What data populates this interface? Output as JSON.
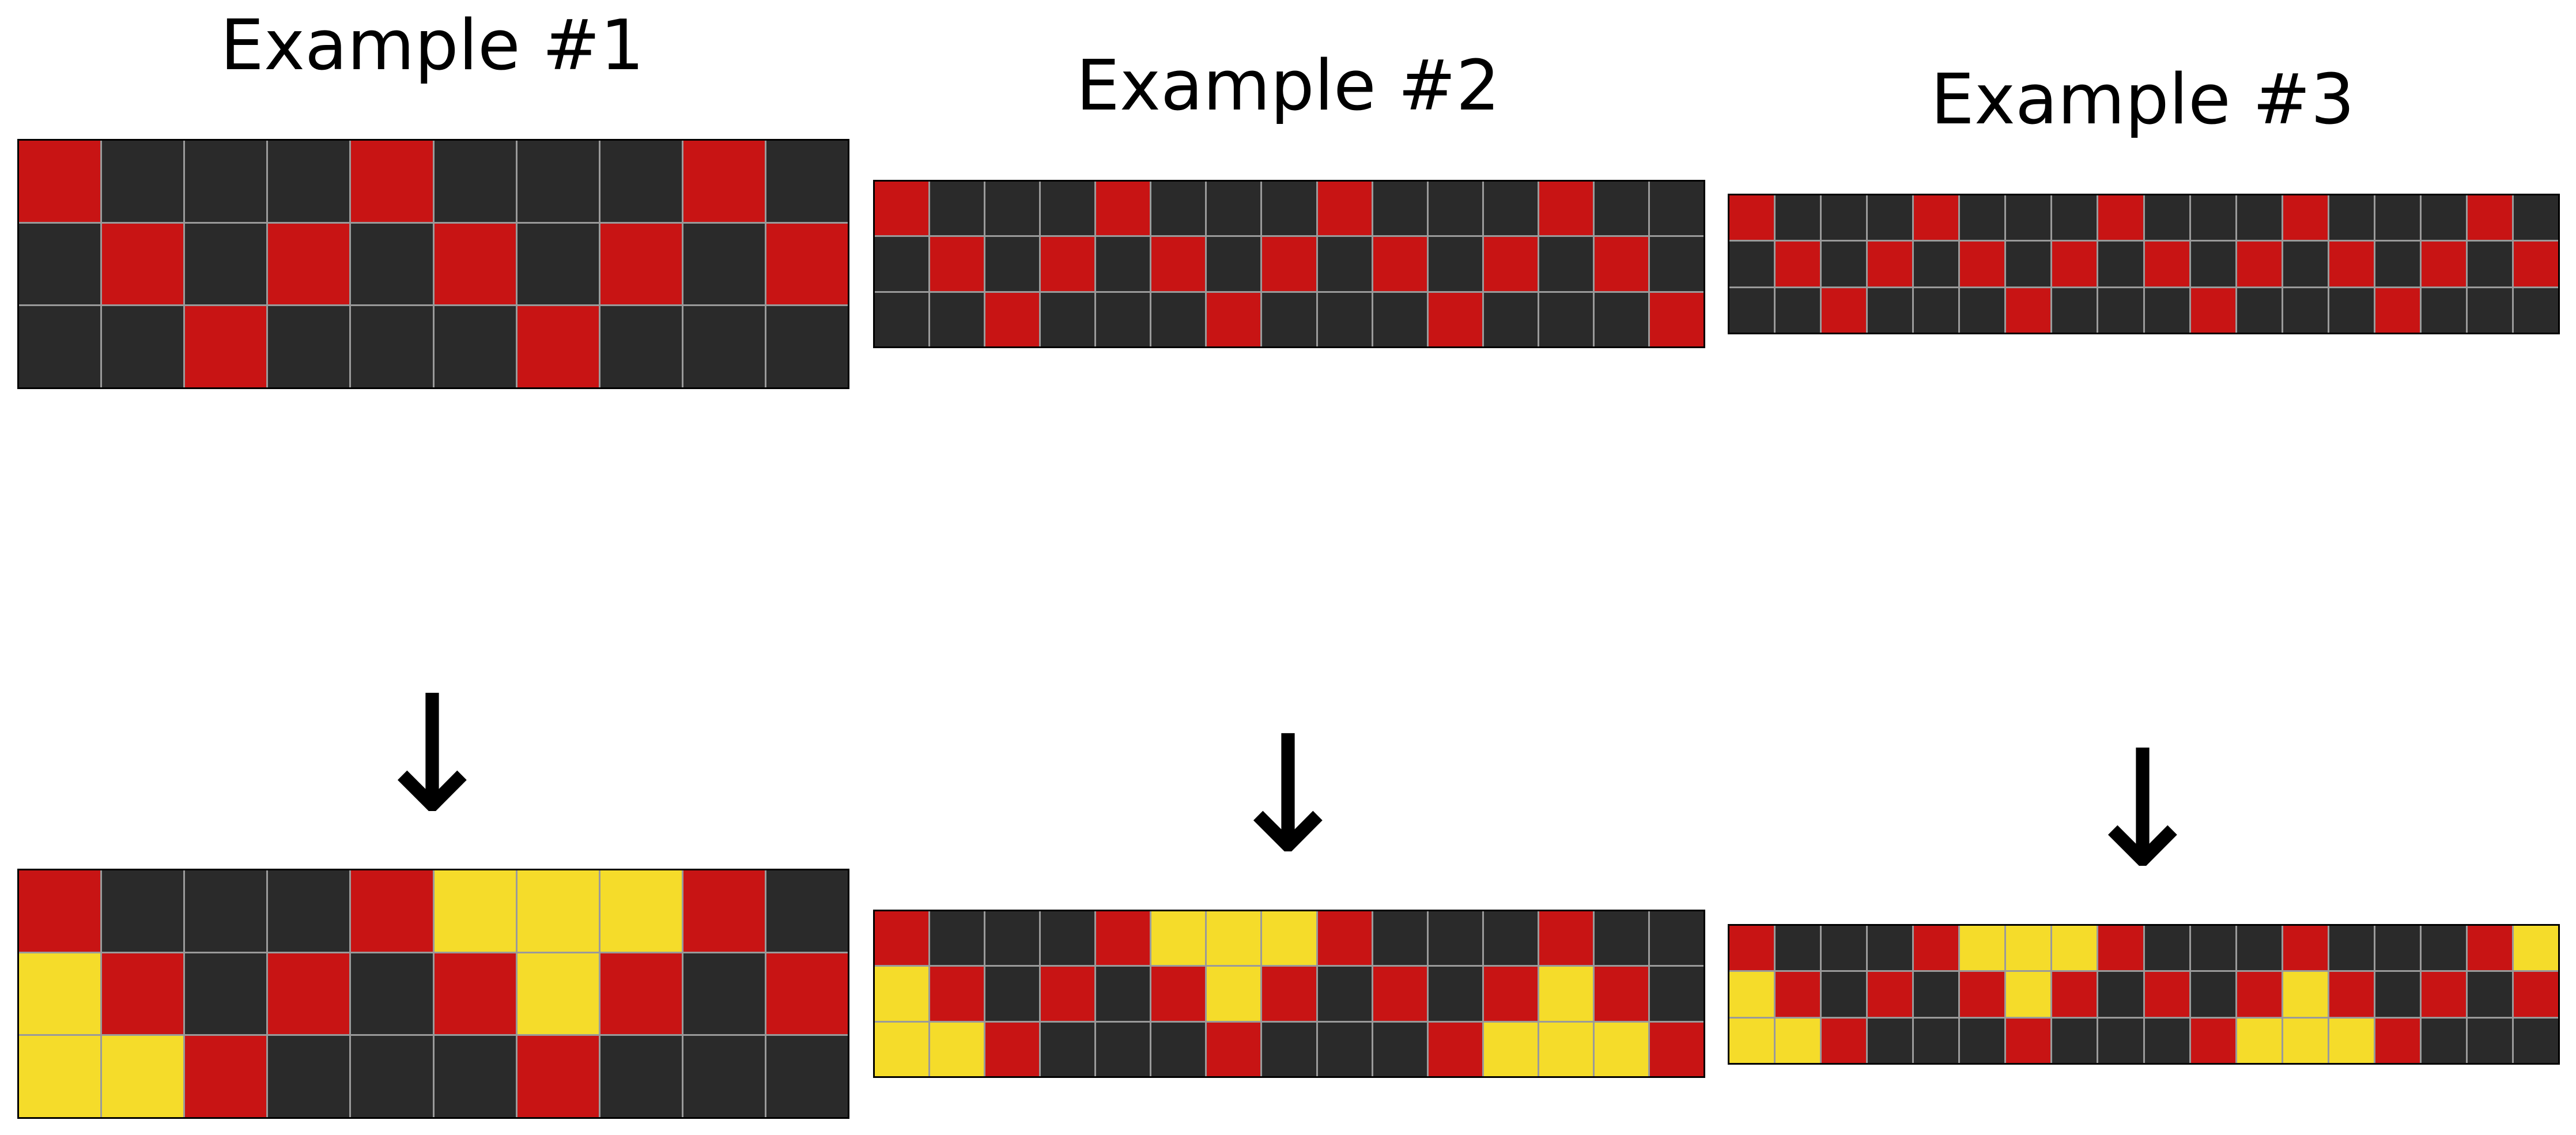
{
  "colors": {
    "0": "#2a2a2a",
    "1": "#c81414",
    "2": "#f5dc2a"
  },
  "examples": [
    {
      "title": "Example #1",
      "arrow": "↓",
      "input": [
        [
          1,
          0,
          0,
          0,
          1,
          0,
          0,
          0,
          1,
          0
        ],
        [
          0,
          1,
          0,
          1,
          0,
          1,
          0,
          1,
          0,
          1
        ],
        [
          0,
          0,
          1,
          0,
          0,
          0,
          1,
          0,
          0,
          0
        ]
      ],
      "output": [
        [
          1,
          0,
          0,
          0,
          1,
          2,
          2,
          2,
          1,
          0
        ],
        [
          2,
          1,
          0,
          1,
          0,
          1,
          2,
          1,
          0,
          1
        ],
        [
          2,
          2,
          1,
          0,
          0,
          0,
          1,
          0,
          0,
          0
        ]
      ]
    },
    {
      "title": "Example #2",
      "arrow": "↓",
      "input": [
        [
          1,
          0,
          0,
          0,
          1,
          0,
          0,
          0,
          1,
          0,
          0,
          0,
          1,
          0,
          0
        ],
        [
          0,
          1,
          0,
          1,
          0,
          1,
          0,
          1,
          0,
          1,
          0,
          1,
          0,
          1,
          0
        ],
        [
          0,
          0,
          1,
          0,
          0,
          0,
          1,
          0,
          0,
          0,
          1,
          0,
          0,
          0,
          1
        ]
      ],
      "output": [
        [
          1,
          0,
          0,
          0,
          1,
          2,
          2,
          2,
          1,
          0,
          0,
          0,
          1,
          0,
          0
        ],
        [
          2,
          1,
          0,
          1,
          0,
          1,
          2,
          1,
          0,
          1,
          0,
          1,
          2,
          1,
          0
        ],
        [
          2,
          2,
          1,
          0,
          0,
          0,
          1,
          0,
          0,
          0,
          1,
          2,
          2,
          2,
          1
        ]
      ]
    },
    {
      "title": "Example #3",
      "arrow": "↓",
      "input": [
        [
          1,
          0,
          0,
          0,
          1,
          0,
          0,
          0,
          1,
          0,
          0,
          0,
          1,
          0,
          0,
          0,
          1,
          0
        ],
        [
          0,
          1,
          0,
          1,
          0,
          1,
          0,
          1,
          0,
          1,
          0,
          1,
          0,
          1,
          0,
          1,
          0,
          1
        ],
        [
          0,
          0,
          1,
          0,
          0,
          0,
          1,
          0,
          0,
          0,
          1,
          0,
          0,
          0,
          1,
          0,
          0,
          0
        ]
      ],
      "output": [
        [
          1,
          0,
          0,
          0,
          1,
          2,
          2,
          2,
          1,
          0,
          0,
          0,
          1,
          0,
          0,
          0,
          1,
          2
        ],
        [
          2,
          1,
          0,
          1,
          0,
          1,
          2,
          1,
          0,
          1,
          0,
          1,
          2,
          1,
          0,
          1,
          0,
          1
        ],
        [
          2,
          2,
          1,
          0,
          0,
          0,
          1,
          0,
          0,
          0,
          1,
          2,
          2,
          2,
          1,
          0,
          0,
          0
        ]
      ]
    }
  ]
}
